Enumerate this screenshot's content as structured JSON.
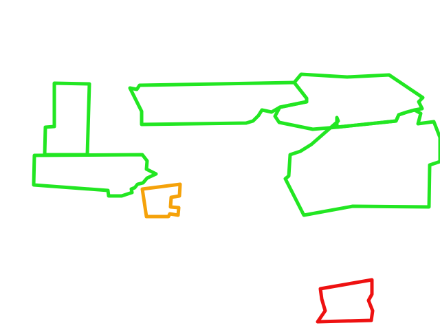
{
  "colors": {
    "background": "#ffffff",
    "region_green": "#22e622",
    "region_orange": "#f5a20a",
    "region_red": "#ee1111"
  },
  "regions": [
    {
      "id": "green-tall-rect",
      "color_key": "region_green"
    },
    {
      "id": "green-left-wide",
      "color_key": "region_green"
    },
    {
      "id": "green-top-band",
      "color_key": "region_green"
    },
    {
      "id": "green-top-right",
      "color_key": "region_green"
    },
    {
      "id": "green-right-large",
      "color_key": "region_green"
    },
    {
      "id": "orange-small",
      "color_key": "region_orange"
    },
    {
      "id": "red-bottom",
      "color_key": "region_red"
    }
  ]
}
